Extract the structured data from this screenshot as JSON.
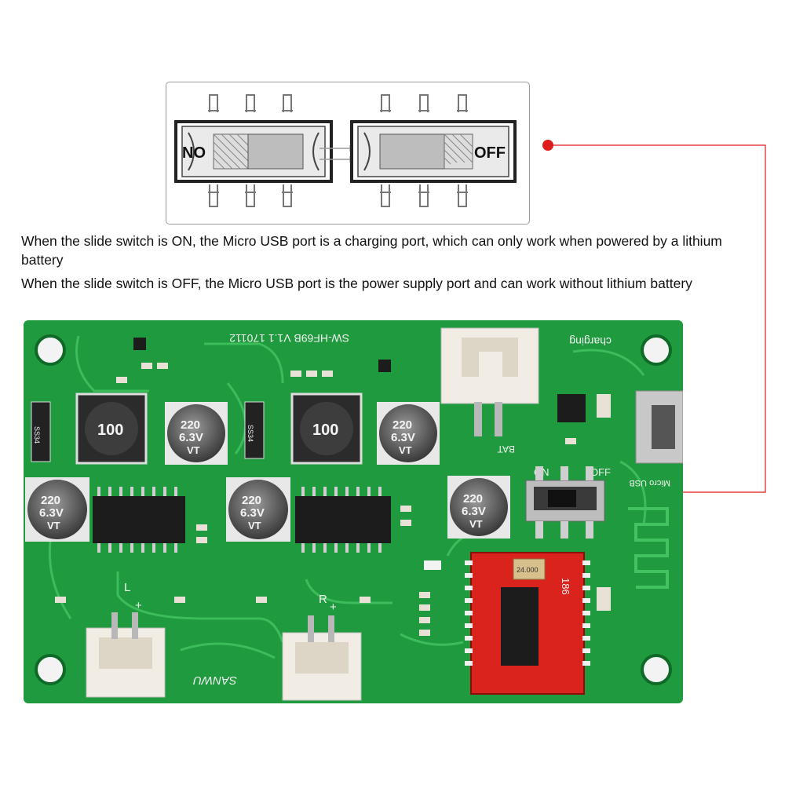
{
  "diagram": {
    "on_label": "NO",
    "off_label": "OFF"
  },
  "captions": {
    "line1": "When the slide switch is ON, the Micro USB port is a charging port, which can only work when powered by a lithium battery",
    "line2": "When the slide switch is OFF, the Micro USB port is the power supply port and can work without lithium battery"
  },
  "board": {
    "model_label": "SW-HF69B V1.1 170112",
    "charging_label": "charging",
    "brand_label": "SANWU",
    "on_label": "ON",
    "off_label": "OFF",
    "bat_label": "BAT",
    "usb_label": "Micro USB",
    "inductor_value": "100",
    "capacitor_value": "220",
    "capacitor_voltage": "6.3V",
    "capacitor_series": "VT",
    "chip_label": "186",
    "crystal_label": "24.000",
    "left_channel": "L",
    "right_channel": "R",
    "plus_sign": "+",
    "minus_sign": "-",
    "colors": {
      "pcb": "#1f9a3e",
      "trace": "#43c262",
      "red_module": "#d9231c",
      "pointer": "#e01b1b"
    }
  }
}
